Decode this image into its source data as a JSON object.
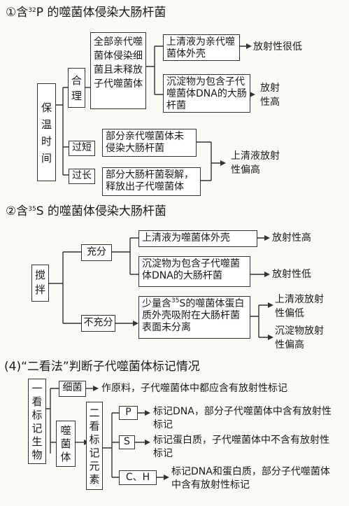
{
  "s1": {
    "title_pre": "①含",
    "title_sup": "32",
    "title_post": "P 的噬菌体侵染大肠杆菌",
    "root": "保温时间",
    "b_heli": "合理",
    "b_heli_desc": "全部亲代噬菌体侵染细菌且未释放子代噬菌体",
    "r1_box": "上清液为亲代噬菌体外壳",
    "r1_res": "放射性很低",
    "r2_box": "沉淀物为包含子代噬菌体DNA的大肠杆菌",
    "r2_res": "放射性高",
    "b_short": "过短",
    "b_short_desc": "部分亲代噬菌体未侵染大肠杆菌",
    "b_long": "过长",
    "b_long_desc": "部分大肠杆菌裂解，释放出子代噬菌体",
    "res3": "上清液放射性偏高"
  },
  "s2": {
    "title_pre": "②含",
    "title_sup": "35",
    "title_post": "S 的噬菌体侵染大肠杆菌",
    "root": "搅拌",
    "b_full": "充分",
    "f1_box": "上清液为噬菌体外壳",
    "f1_res": "放射性高",
    "f2_box": "沉淀物为包含子代噬菌体DNA的大肠杆菌",
    "f2_res": "放射性低",
    "b_not": "不充分",
    "n_pre": "少量含",
    "n_sup": "35",
    "n_post": "S的噬菌体蛋白质外壳吸附在大肠杆菌表面未分离",
    "n_res1": "上清液放射性偏低",
    "n_res2": "沉淀物放射性偏高"
  },
  "s3": {
    "title": "(4)“二看法”判断子代噬菌体标记情况",
    "root": "一看标记生物",
    "b_bact": "细菌",
    "bact_desc": "作原料，子代噬菌体中都应含有放射性标记",
    "b_phage": "噬菌体",
    "second": "二看标记元素",
    "e_p": "P",
    "p_desc": "标记DNA，部分子代噬菌体中含有放射性标记",
    "e_s": "S",
    "s_desc": "标记蛋白质，子代噬菌体中不含有放射性标记",
    "e_ch": "C、H",
    "ch_desc": "标记DNA和蛋白质，部分子代噬菌体中含有放射性标记"
  }
}
